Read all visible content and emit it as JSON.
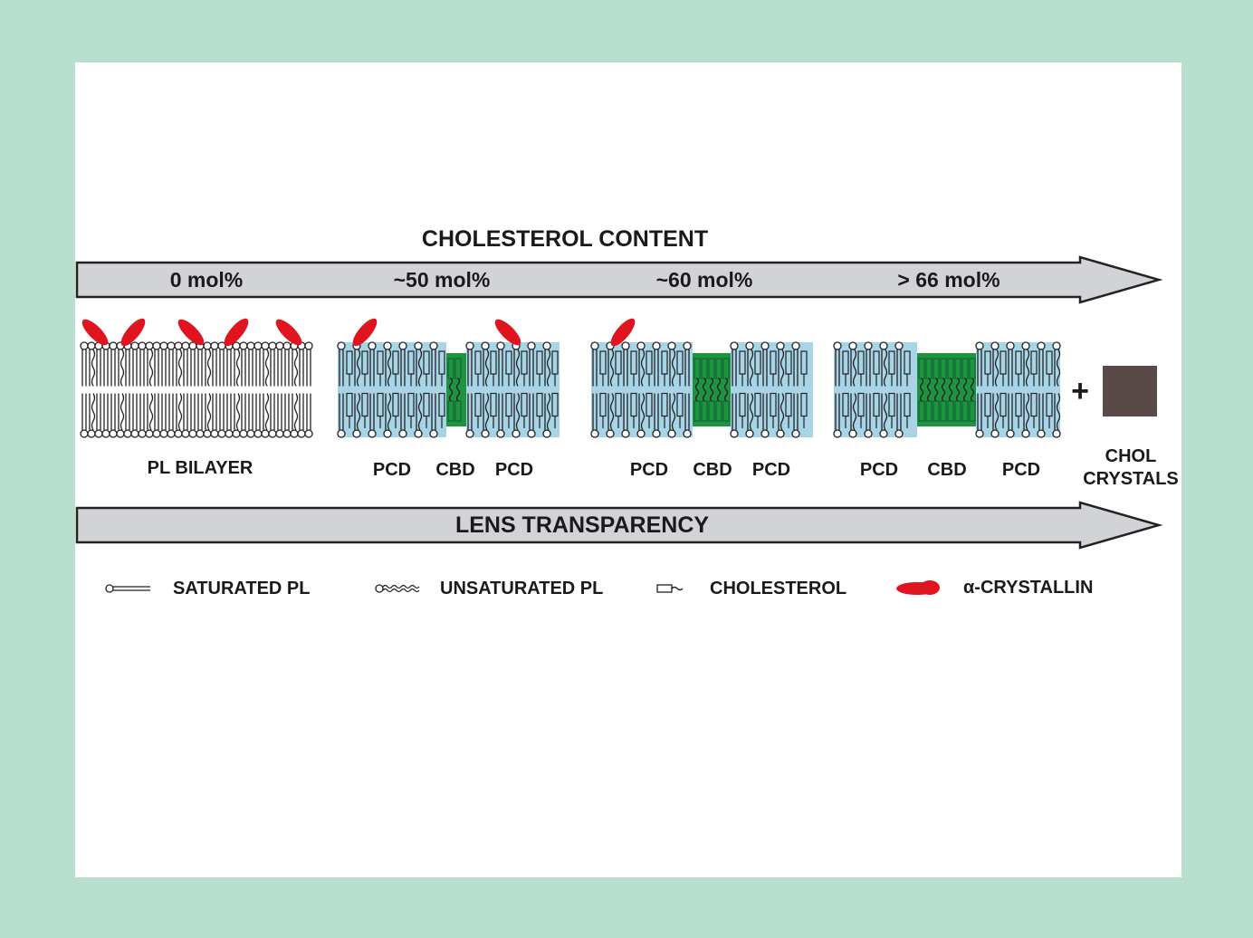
{
  "top_arrow": {
    "title": "CHOLESTEROL CONTENT",
    "stages": [
      "0 mol%",
      "~50 mol%",
      "~60 mol%",
      "> 66 mol%"
    ]
  },
  "membranes": {
    "pl_bilayer": "PL BILAYER",
    "stage2": [
      "PCD",
      "CBD",
      "PCD"
    ],
    "stage3": [
      "PCD",
      "CBD",
      "PCD"
    ],
    "stage4": [
      "PCD",
      "CBD",
      "PCD"
    ],
    "plus": "+",
    "crystals": [
      "CHOL",
      "CRYSTALS"
    ]
  },
  "bottom_arrow": {
    "title": "LENS TRANSPARENCY"
  },
  "legend": {
    "saturated": "SATURATED PL",
    "unsaturated": "UNSATURATED PL",
    "cholesterol": "CHOLESTEROL",
    "crystallin": "α-CRYSTALLIN"
  },
  "colors": {
    "arrow_fill": "#d1d3d6",
    "pcd_blue": "#a8d4e8",
    "cbd_green": "#1f9440",
    "crystallin_red": "#e0141e",
    "chol_crystal": "#5a4a47"
  }
}
